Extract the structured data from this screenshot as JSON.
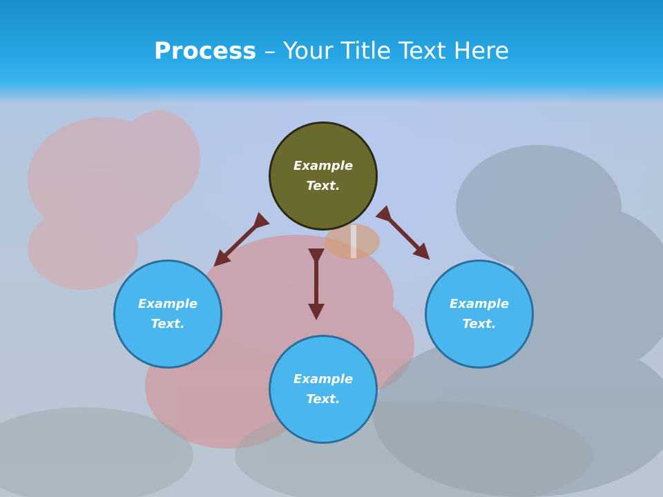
{
  "slide": {
    "title_bold": "Process",
    "title_rest": " – Your Title Text Here"
  },
  "diagram": {
    "top": "Example Text.",
    "left": "Example Text.",
    "bottom": "Example Text.",
    "right": "Example Text."
  },
  "colors": {
    "title_bar": "#27a6e6",
    "center_circle": "#6b6a2e",
    "outer_circle": "#4ab6ee",
    "arrow": "#6b2e2e"
  }
}
